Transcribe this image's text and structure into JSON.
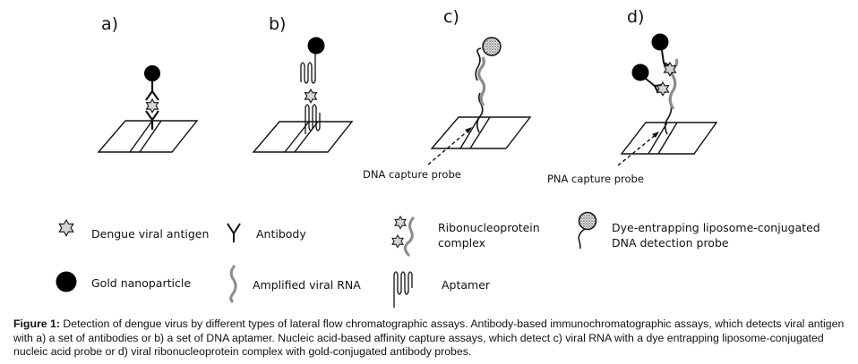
{
  "panels": [
    {
      "id": "a",
      "label": "a)",
      "assay": "antibody pair"
    },
    {
      "id": "b",
      "label": "b)",
      "assay": "DNA aptamer pair"
    },
    {
      "id": "c",
      "label": "c)",
      "assay": "DNA capture probe",
      "callout": "DNA capture probe"
    },
    {
      "id": "d",
      "label": "d)",
      "assay": "PNA capture probe",
      "callout": "PNA capture probe"
    }
  ],
  "legend": {
    "dengue_viral_antigen": "Dengue viral antigen",
    "gold_nanoparticle": "Gold nanoparticle",
    "antibody": "Antibody",
    "amplified_viral_rna": "Amplified viral RNA",
    "ribonucleoprotein_line1": "Ribonucleoprotein",
    "ribonucleoprotein_line2": "complex",
    "aptamer": "Aptamer",
    "liposome_line1": "Dye-entrapping liposome-conjugated",
    "liposome_line2": "DNA detection probe"
  },
  "caption": {
    "label": "Figure 1:",
    "text": " Detection of dengue virus by different types of lateral flow chromatographic assays. Antibody-based immunochromatographic assays, which detects viral antigen with a) a set of antibodies or b) a set of DNA aptamer. Nucleic acid-based affinity capture assays, which detect c) viral RNA with a dye entrapping liposome-conjugated nucleic acid probe or d) viral ribonucleoprotein complex with gold-conjugated antibody probes."
  },
  "colors": {
    "antigen_fill": "#d4d4d4",
    "rna": "#8c8c8c",
    "ink": "#111111"
  }
}
